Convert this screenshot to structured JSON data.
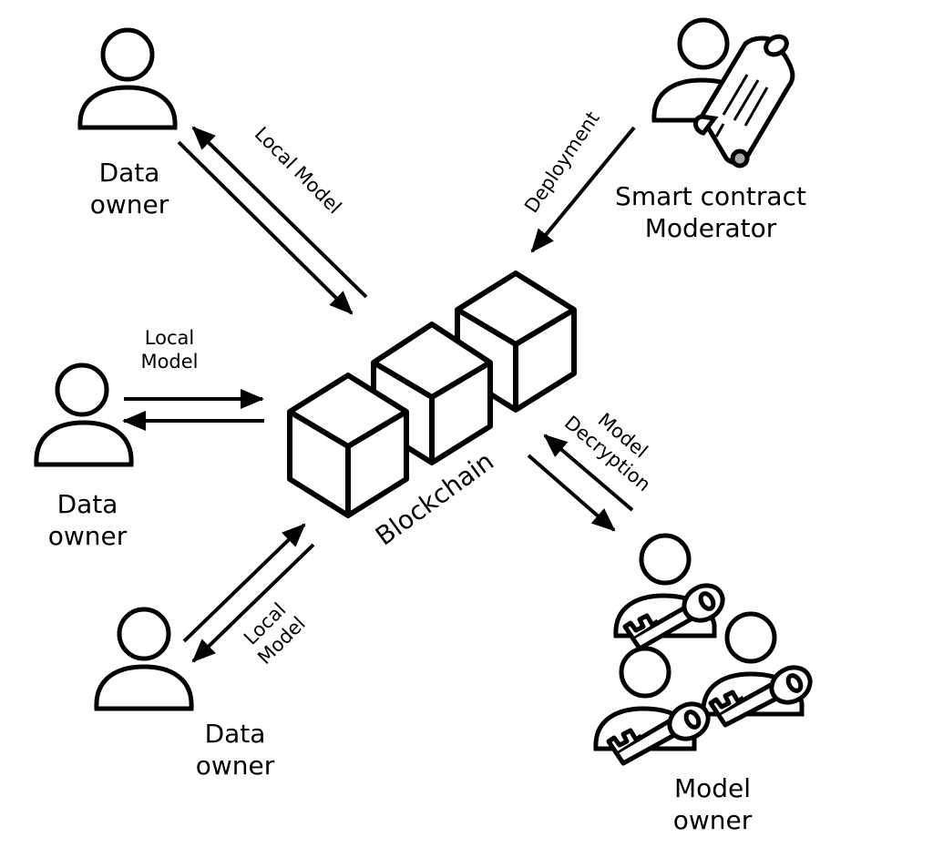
{
  "title": "",
  "actors": {
    "top_left": {
      "line1": "Data",
      "line2": "owner"
    },
    "middle_left": {
      "line1": "Data",
      "line2": "owner"
    },
    "bottom_left": {
      "line1": "Data",
      "line2": "owner"
    },
    "moderator": {
      "line1": "Smart contract",
      "line2": "Moderator"
    },
    "model_owner": {
      "line1": "Model",
      "line2": "owner"
    }
  },
  "center": {
    "label": "Blockchain"
  },
  "edges": {
    "top_left": {
      "label": "Local Model"
    },
    "middle_left": {
      "line1": "Local",
      "line2": "Model"
    },
    "bottom_left": {
      "line1": "Local",
      "line2": "Model"
    },
    "moderator": {
      "label": "Deployment"
    },
    "model_owner": {
      "line1": "Model",
      "line2": "Decryption"
    }
  }
}
